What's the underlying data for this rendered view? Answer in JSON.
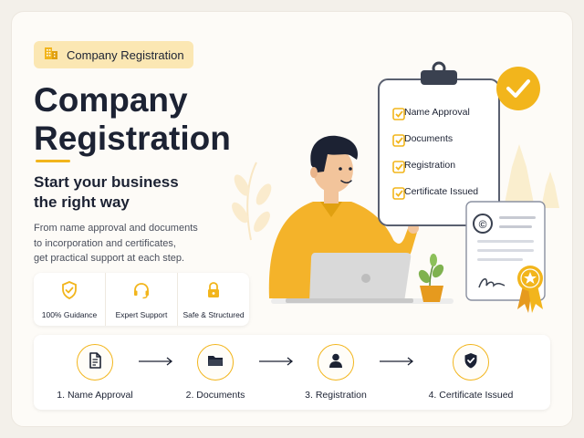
{
  "header": {
    "tag_label": "Company Registration",
    "title_line1": "Company",
    "title_line2": "Registration",
    "subtitle_line1": "Start your business",
    "subtitle_line2": "the right way",
    "description_line1": "From name approval and documents",
    "description_line2": "to incorporation and certificates,",
    "description_line3": "get practical support at each step."
  },
  "features": [
    {
      "label": "100% Guidance",
      "icon": "shield-check-icon"
    },
    {
      "label": "Expert Support",
      "icon": "headset-icon"
    },
    {
      "label": "Safe & Structured",
      "icon": "lock-icon"
    }
  ],
  "clipboard": {
    "items": [
      "Name Approval",
      "Documents",
      "Registration",
      "Certificate Issued"
    ]
  },
  "steps": [
    {
      "label": "1. Name Approval",
      "icon": "document-icon"
    },
    {
      "label": "2. Documents",
      "icon": "folder-icon"
    },
    {
      "label": "3. Registration",
      "icon": "person-icon"
    },
    {
      "label": "4. Certificate Issued",
      "icon": "shield-check-icon"
    }
  ],
  "colors": {
    "accent": "#f2b51c",
    "text": "#1c2233",
    "background": "#fdfbf7"
  }
}
